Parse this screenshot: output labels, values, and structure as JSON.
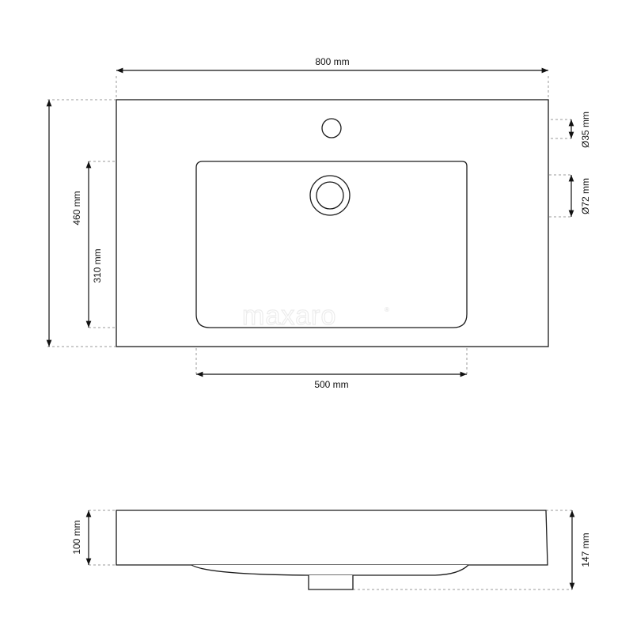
{
  "watermark": "maxaro",
  "watermark_mark": "®",
  "labels": {
    "width_total": "800 mm",
    "depth_total": "460 mm",
    "basin_depth": "310 mm",
    "basin_width": "500 mm",
    "tap_hole": "Ø35 mm",
    "drain": "Ø72 mm",
    "side_height_rim": "100 mm",
    "side_height_total": "147 mm"
  }
}
